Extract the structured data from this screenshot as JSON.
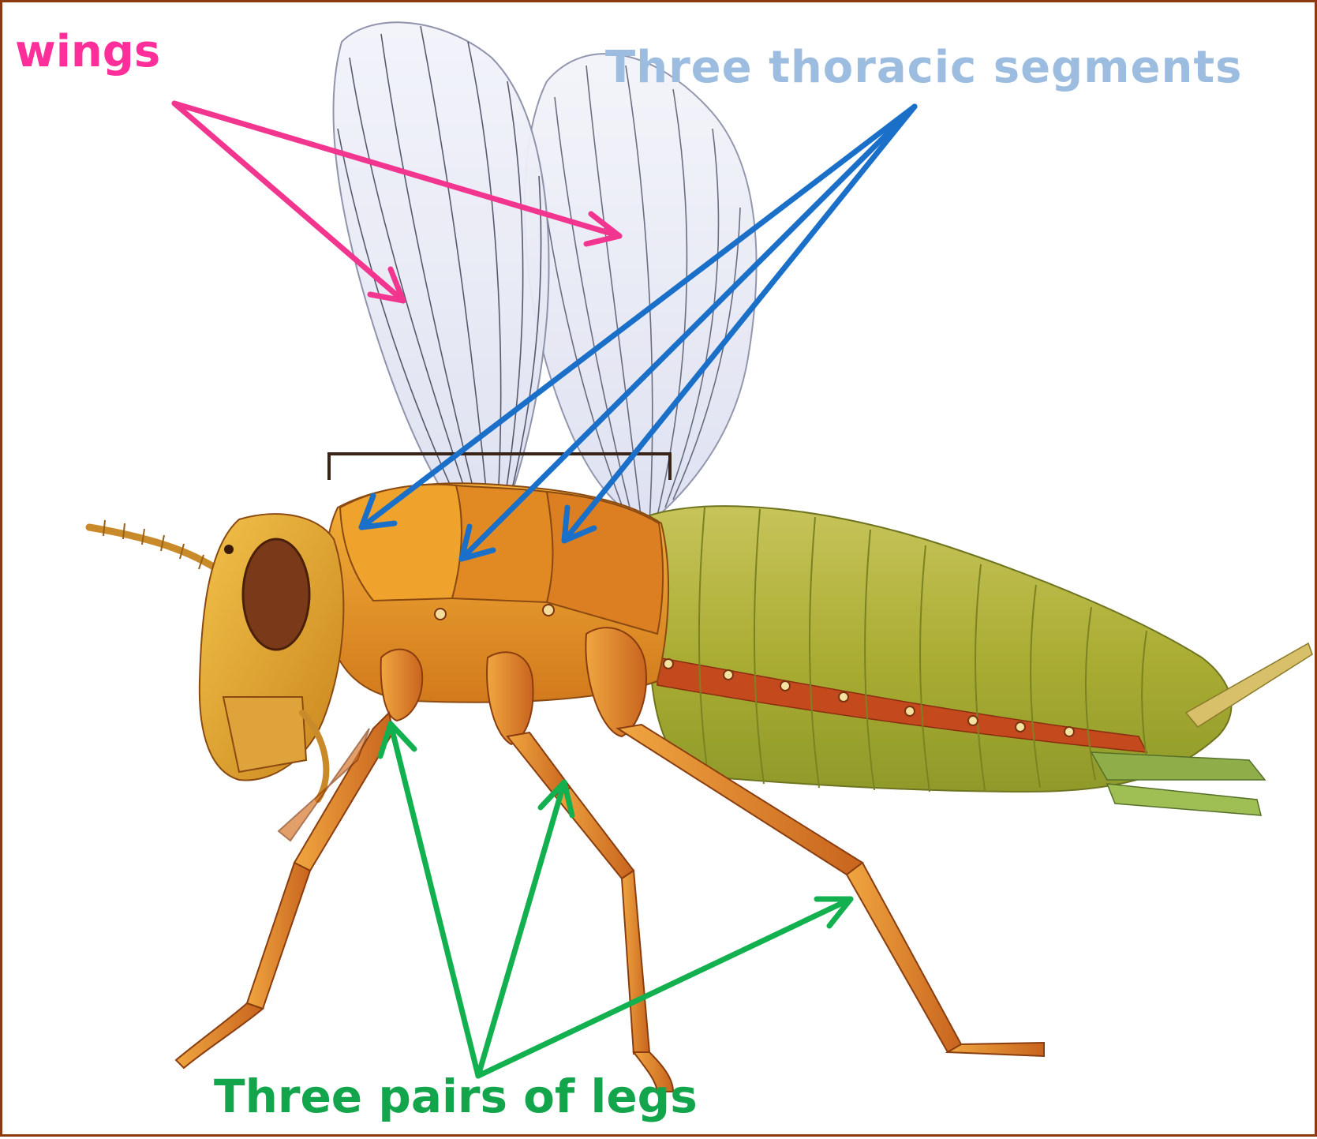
{
  "labels": {
    "wings": "wings",
    "thoracic": "Three thoracic segments",
    "legs": "Three pairs of legs"
  },
  "colors": {
    "frame": "#8b3a12",
    "wings_label": "#ff2e9a",
    "wings_arrow": "#f2358f",
    "thoracic_label": "#9dbde0",
    "thoracic_arrow": "#1a6fc8",
    "legs_label": "#13a54b",
    "legs_arrow": "#13b04f",
    "body_orange": "#e39a2a",
    "abdomen_green": "#b4b53c",
    "wing_fill": "#e8ebf6"
  },
  "icons": [
    "grasshopper-illustration",
    "arrow-icon"
  ]
}
